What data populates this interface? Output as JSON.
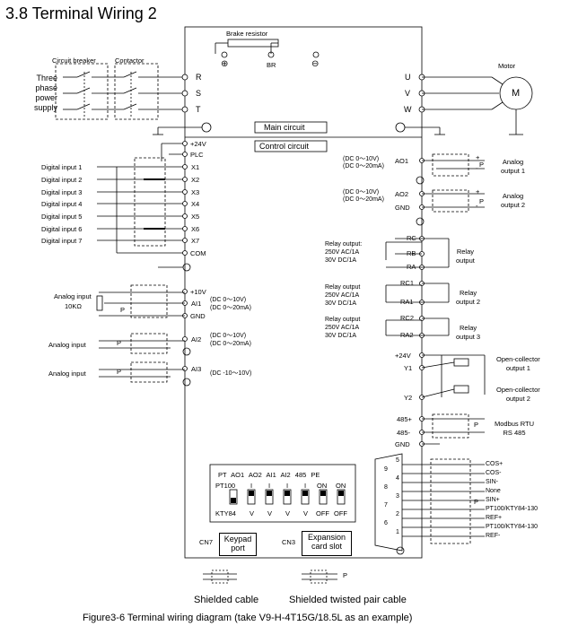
{
  "title": "3.8 Terminal Wiring 2",
  "figure_caption": "Figure3-6 Terminal wiring diagram (take V9-H-4T15G/18.5L as an example)",
  "top": {
    "brake_resistor": "Brake resistor",
    "plus": "⊕",
    "br": "BR",
    "minus": "⊖"
  },
  "left": {
    "circuit_breaker": "Circuit breaker",
    "contactor": "Contactor",
    "supply": [
      "Three",
      "phase",
      "power",
      "supply"
    ],
    "digital_inputs": [
      "Digital input 1",
      "Digital input 2",
      "Digital input 3",
      "Digital input 4",
      "Digital input 5",
      "Digital input 6",
      "Digital input 7"
    ],
    "analog_input_pot": "Analog input",
    "pot_value": "10KΩ",
    "analog_input": "Analog input",
    "p": "P"
  },
  "terminals_left": {
    "R": "R",
    "S": "S",
    "T": "T",
    "p24v": "+24V",
    "plc": "PLC",
    "x": [
      "X1",
      "X2",
      "X3",
      "X4",
      "X5",
      "X6",
      "X7"
    ],
    "com": "COM",
    "p10v": "+10V",
    "ai1": "AI1",
    "gnd": "GND",
    "ai2": "AI2",
    "ai3": "AI3"
  },
  "ranges": {
    "ai1": [
      "(DC 0～10V)",
      "(DC 0～20mA)"
    ],
    "ai2": [
      "(DC 0～10V)",
      "(DC 0～20mA)"
    ],
    "ai3": "(DC -10～10V)",
    "ao1": [
      "(DC 0～10V)",
      "(DC 0～20mA)"
    ],
    "ao2": [
      "(DC 0～10V)",
      "(DC 0～20mA)"
    ]
  },
  "center": {
    "main_circuit": "Main circuit",
    "control_circuit": "Control circuit"
  },
  "terminals_right": {
    "U": "U",
    "V": "V",
    "W": "W",
    "ao1": "AO1",
    "ao2": "AO2",
    "gnd": "GND",
    "rc": "RC",
    "rb": "RB",
    "ra": "RA",
    "rc1": "RC1",
    "ra1": "RA1",
    "rc2": "RC2",
    "ra2": "RA2",
    "p24v": "+24V",
    "y1": "Y1",
    "y2": "Y2",
    "p485": "485+",
    "m485": "485-",
    "gnd2": "GND"
  },
  "right": {
    "motor": "Motor",
    "m": "M",
    "analog_output_1": [
      "Analog",
      "output 1"
    ],
    "analog_output_2": [
      "Analog",
      "output 2"
    ],
    "relay_output": [
      "Relay",
      "output"
    ],
    "relay_output_2": [
      "Relay",
      "output 2"
    ],
    "relay_output_3": [
      "Relay",
      "output 3"
    ],
    "relay_spec_1": [
      "Relay output:",
      "250V AC/1A",
      "30V  DC/1A"
    ],
    "relay_spec_2": [
      "Relay output",
      "250V AC/1A",
      "30V  DC/1A"
    ],
    "relay_spec_3": [
      "Relay output",
      "250V AC/1A",
      "30V  DC/1A"
    ],
    "oc_output_1": [
      "Open-collector",
      "output 1"
    ],
    "oc_output_2": [
      "Open-collector",
      "output 2"
    ],
    "modbus": [
      "Modbus RTU",
      "RS 485"
    ],
    "encoder_signals": [
      "COS+",
      "COS-",
      "SIN-",
      "None",
      "SIN+",
      "PT100/KTY84-130",
      "REF+",
      "PT100/KTY84-130",
      "REF-"
    ],
    "pin_numbers": [
      "5",
      "9",
      "4",
      "8",
      "3",
      "7",
      "2",
      "6",
      "1"
    ],
    "pm": [
      "+",
      "-",
      "+",
      "-"
    ]
  },
  "dip": {
    "top": [
      "PT",
      "AO1",
      "AO2",
      "AI1",
      "AI2",
      "485",
      "PE"
    ],
    "row2": [
      "PT100",
      "I",
      "I",
      "I",
      "I",
      "ON",
      "ON"
    ],
    "bottom": [
      "KTY84",
      "V",
      "V",
      "V",
      "V",
      "OFF",
      "OFF"
    ]
  },
  "connectors": {
    "cn7": "CN7",
    "keypad": [
      "Keypad",
      "port"
    ],
    "cn3": "CN3",
    "expansion": [
      "Expansion",
      "card slot"
    ]
  },
  "legend": {
    "shielded_cable": "Shielded cable",
    "twisted_pair": "Shielded twisted pair cable",
    "p": "P"
  }
}
